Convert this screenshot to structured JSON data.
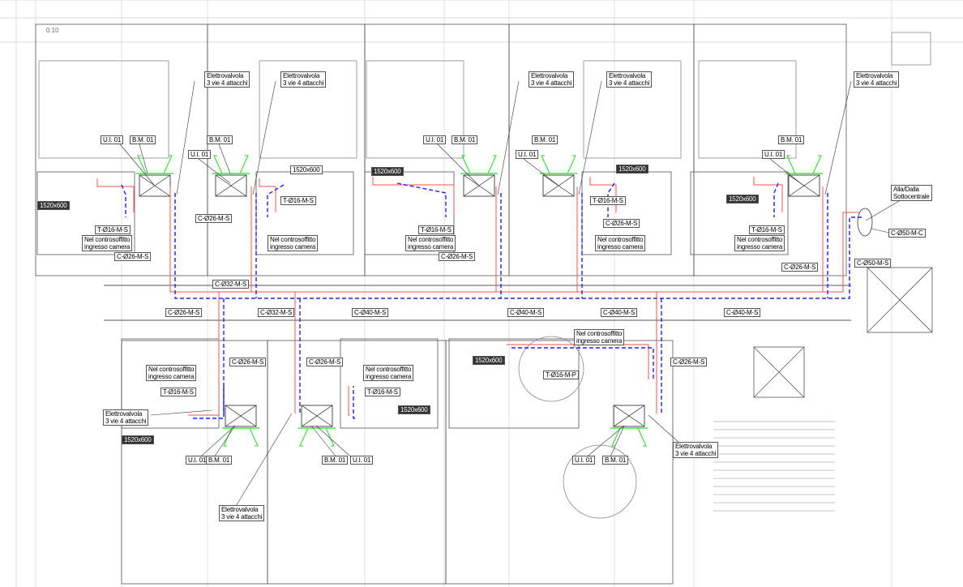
{
  "drawing": {
    "scale_note": "0.10",
    "labels": {
      "elettrovalvola": "Elettrovalvola\n3 vie 4 attacchi",
      "ui": "U.I. 01",
      "bm": "B.M. 01",
      "radiator": "1520x600",
      "t16ms": "T-Ø16-M-S",
      "t16mp": "T-Ø16-M-P",
      "controsoffitto": "Nel controsoffitto\ningresso camera",
      "c26": "C-Ø26-M-S",
      "c32": "C-Ø32-M-S",
      "c40": "C-Ø40-M-S",
      "c50s": "C-Ø50-M-S",
      "c50c": "C-Ø50-M-C",
      "sottocentrale": "Alla/Dalla\nSottocentrale"
    },
    "colors": {
      "supply": "#ff5050",
      "return": "#2020ff",
      "unit": "#22dd22",
      "wall": "#666666"
    }
  }
}
